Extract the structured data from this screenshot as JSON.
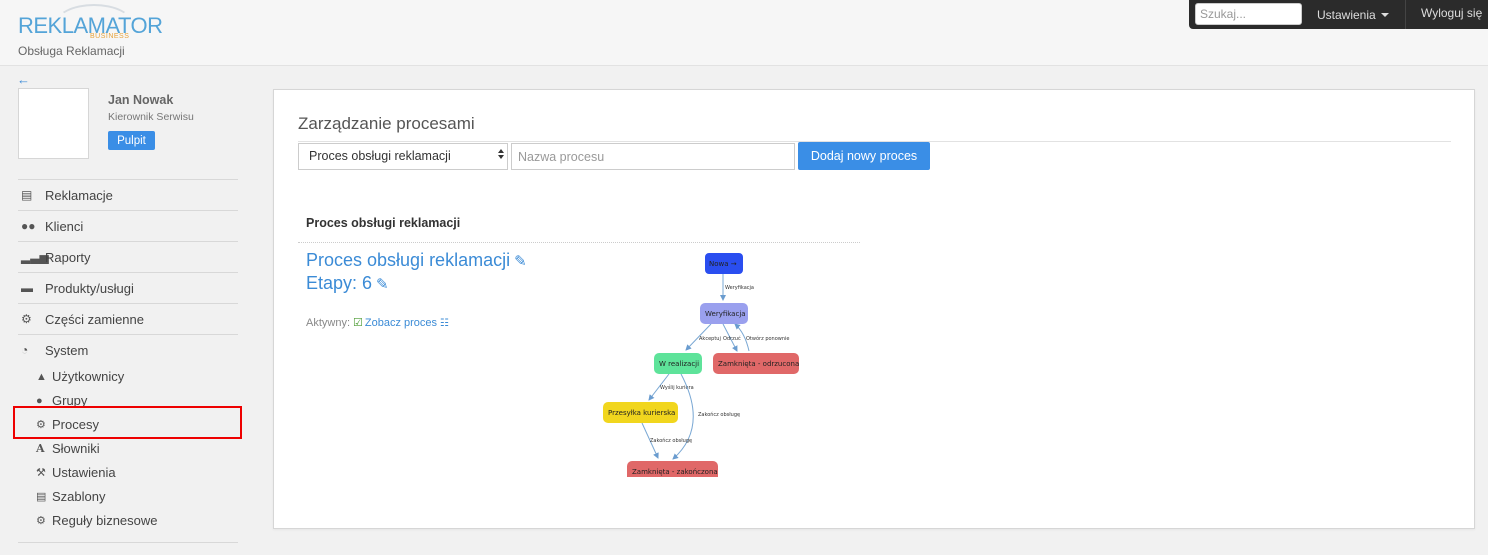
{
  "header": {
    "logo_text": "REKLAMATOR",
    "logo_sub": "BUSINESS",
    "app_subtitle": "Obsługa Reklamacji"
  },
  "navbar": {
    "search_placeholder": "Szukaj...",
    "settings_label": "Ustawienia",
    "logout_label": "Wyloguj się"
  },
  "user": {
    "name": "Jan Nowak",
    "role": "Kierownik Serwisu",
    "pulpit_label": "Pulpit"
  },
  "sidebar": {
    "items": [
      {
        "label": "Reklamacje",
        "icon": "book-icon"
      },
      {
        "label": "Klienci",
        "icon": "users-icon"
      },
      {
        "label": "Raporty",
        "icon": "signal-icon"
      },
      {
        "label": "Produkty/usługi",
        "icon": "folder-open-icon"
      },
      {
        "label": "Części zamienne",
        "icon": "cog-icon"
      },
      {
        "label": "System",
        "icon": "dashboard-icon"
      }
    ],
    "sub_items": [
      {
        "label": "Użytkownicy",
        "icon": "user-icon"
      },
      {
        "label": "Grupy",
        "icon": "group-icon"
      },
      {
        "label": "Procesy",
        "icon": "cogs-icon"
      },
      {
        "label": "Słowniki",
        "icon": "font-icon"
      },
      {
        "label": "Ustawienia",
        "icon": "wrench-icon"
      },
      {
        "label": "Szablony",
        "icon": "file-icon"
      },
      {
        "label": "Reguły biznesowe",
        "icon": "cog-icon"
      }
    ]
  },
  "main": {
    "title": "Zarządzanie procesami",
    "select_value": "Proces obsługi reklamacji",
    "name_placeholder": "Nazwa procesu",
    "add_button": "Dodaj nowy proces",
    "section_title": "Proces obsługi reklamacji",
    "process_name": "Proces obsługi reklamacji",
    "stages_label": "Etapy: 6",
    "active_label": "Aktywny:",
    "view_link": "Zobacz proces"
  },
  "diagram": {
    "nodes": [
      {
        "id": "nowa",
        "label": "Nowa →",
        "color": "#2a4ef0"
      },
      {
        "id": "weryfikacja",
        "label": "Weryfikacja",
        "color": "#9aa0ee"
      },
      {
        "id": "realizacja",
        "label": "W realizacji",
        "color": "#5ee39a"
      },
      {
        "id": "odrzucona",
        "label": "Zamknięta - odrzucona",
        "color": "#e06868"
      },
      {
        "id": "przesylka",
        "label": "Przesyłka kurierska",
        "color": "#f1d61e"
      },
      {
        "id": "zakonczona",
        "label": "Zamknięta - zakończona",
        "color": "#e06868"
      }
    ],
    "edges": [
      {
        "label": "Weryfikacja"
      },
      {
        "label": "Akceptuj"
      },
      {
        "label": "Odrzuć"
      },
      {
        "label": "Otwórz ponownie"
      },
      {
        "label": "Wyślij kuriera"
      },
      {
        "label": "Zakończ obsługę"
      },
      {
        "label": "Zakończ obsługę"
      }
    ]
  }
}
